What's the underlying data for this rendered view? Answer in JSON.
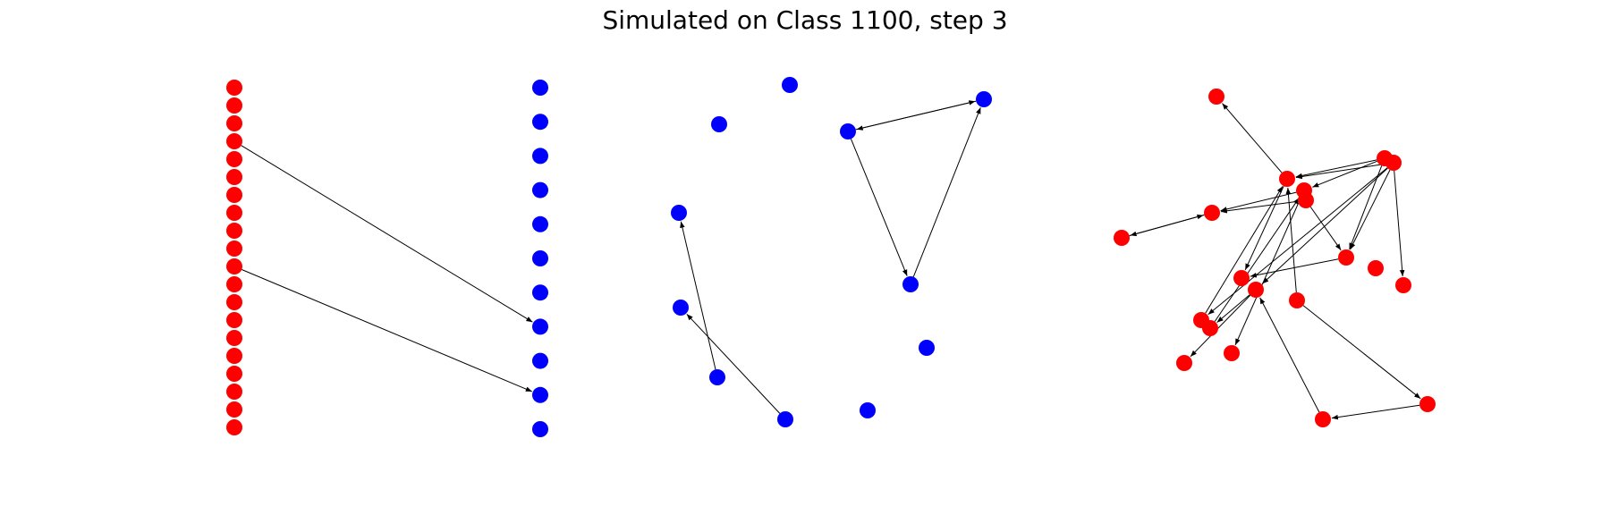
{
  "title": "Simulated on Class 1100, step 3",
  "colors": {
    "red": "#ff0000",
    "blue": "#0000ff",
    "edge": "#000000",
    "background": "#ffffff"
  },
  "panels": [
    {
      "id": "bipartite",
      "nodes": [
        {
          "id": "L0",
          "color": "red"
        },
        {
          "id": "L1",
          "color": "red"
        },
        {
          "id": "L2",
          "color": "red"
        },
        {
          "id": "L3",
          "color": "red"
        },
        {
          "id": "L4",
          "color": "red"
        },
        {
          "id": "L5",
          "color": "red"
        },
        {
          "id": "L6",
          "color": "red"
        },
        {
          "id": "L7",
          "color": "red"
        },
        {
          "id": "L8",
          "color": "red"
        },
        {
          "id": "L9",
          "color": "red"
        },
        {
          "id": "L10",
          "color": "red"
        },
        {
          "id": "L11",
          "color": "red"
        },
        {
          "id": "L12",
          "color": "red"
        },
        {
          "id": "L13",
          "color": "red"
        },
        {
          "id": "L14",
          "color": "red"
        },
        {
          "id": "L15",
          "color": "red"
        },
        {
          "id": "L16",
          "color": "red"
        },
        {
          "id": "L17",
          "color": "red"
        },
        {
          "id": "L18",
          "color": "red"
        },
        {
          "id": "L19",
          "color": "red"
        },
        {
          "id": "R0",
          "color": "blue"
        },
        {
          "id": "R1",
          "color": "blue"
        },
        {
          "id": "R2",
          "color": "blue"
        },
        {
          "id": "R3",
          "color": "blue"
        },
        {
          "id": "R4",
          "color": "blue"
        },
        {
          "id": "R5",
          "color": "blue"
        },
        {
          "id": "R6",
          "color": "blue"
        },
        {
          "id": "R7",
          "color": "blue"
        },
        {
          "id": "R8",
          "color": "blue"
        },
        {
          "id": "R9",
          "color": "blue"
        },
        {
          "id": "R10",
          "color": "blue"
        }
      ],
      "edges": [
        {
          "from": "L3",
          "to": "R7"
        },
        {
          "from": "L10",
          "to": "R9"
        }
      ]
    },
    {
      "id": "blue-graph",
      "nodes": [
        {
          "id": "B0",
          "color": "blue"
        },
        {
          "id": "B1",
          "color": "blue"
        },
        {
          "id": "B2",
          "color": "blue"
        },
        {
          "id": "B3",
          "color": "blue"
        },
        {
          "id": "B4",
          "color": "blue"
        },
        {
          "id": "B5",
          "color": "blue"
        },
        {
          "id": "B6",
          "color": "blue"
        },
        {
          "id": "B7",
          "color": "blue"
        },
        {
          "id": "B8",
          "color": "blue"
        },
        {
          "id": "B9",
          "color": "blue"
        },
        {
          "id": "B10",
          "color": "blue"
        }
      ],
      "edges": [
        {
          "from": "B3",
          "to": "B2"
        },
        {
          "from": "B3",
          "to": "B7"
        },
        {
          "from": "B2",
          "to": "B3"
        },
        {
          "from": "B7",
          "to": "B2"
        },
        {
          "from": "B8",
          "to": "B4"
        },
        {
          "from": "B9",
          "to": "B5"
        }
      ]
    },
    {
      "id": "red-graph",
      "nodes": [
        {
          "id": "N0",
          "color": "red"
        },
        {
          "id": "N1",
          "color": "red"
        },
        {
          "id": "N2",
          "color": "red"
        },
        {
          "id": "N3",
          "color": "red"
        },
        {
          "id": "N4",
          "color": "red"
        },
        {
          "id": "N5",
          "color": "red"
        },
        {
          "id": "N6",
          "color": "red"
        },
        {
          "id": "N7",
          "color": "red"
        },
        {
          "id": "N8",
          "color": "red"
        },
        {
          "id": "N9",
          "color": "red"
        },
        {
          "id": "N10",
          "color": "red"
        },
        {
          "id": "N11",
          "color": "red"
        },
        {
          "id": "N12",
          "color": "red"
        },
        {
          "id": "N13",
          "color": "red"
        },
        {
          "id": "N14",
          "color": "red"
        },
        {
          "id": "N15",
          "color": "red"
        },
        {
          "id": "N16",
          "color": "red"
        },
        {
          "id": "N17",
          "color": "red"
        },
        {
          "id": "N18",
          "color": "red"
        },
        {
          "id": "N19",
          "color": "red"
        }
      ],
      "edges": [
        {
          "from": "N3",
          "to": "N0"
        },
        {
          "from": "N1",
          "to": "N3"
        },
        {
          "from": "N2",
          "to": "N3"
        },
        {
          "from": "N1",
          "to": "N4"
        },
        {
          "from": "N2",
          "to": "N14"
        },
        {
          "from": "N3",
          "to": "N9"
        },
        {
          "from": "N4",
          "to": "N7"
        },
        {
          "from": "N5",
          "to": "N7"
        },
        {
          "from": "N7",
          "to": "N6"
        },
        {
          "from": "N6",
          "to": "N7"
        },
        {
          "from": "N1",
          "to": "N10"
        },
        {
          "from": "N2",
          "to": "N10"
        },
        {
          "from": "N2",
          "to": "N11"
        },
        {
          "from": "N5",
          "to": "N10"
        },
        {
          "from": "N10",
          "to": "N9"
        },
        {
          "from": "N14",
          "to": "N3"
        },
        {
          "from": "N12",
          "to": "N16"
        },
        {
          "from": "N4",
          "to": "N17"
        },
        {
          "from": "N15",
          "to": "N4"
        },
        {
          "from": "N19",
          "to": "N12"
        },
        {
          "from": "N12",
          "to": "N15"
        },
        {
          "from": "N18",
          "to": "N19"
        },
        {
          "from": "N13",
          "to": "N18"
        },
        {
          "from": "N2",
          "to": "N12"
        },
        {
          "from": "N13",
          "to": "N3"
        }
      ]
    }
  ]
}
